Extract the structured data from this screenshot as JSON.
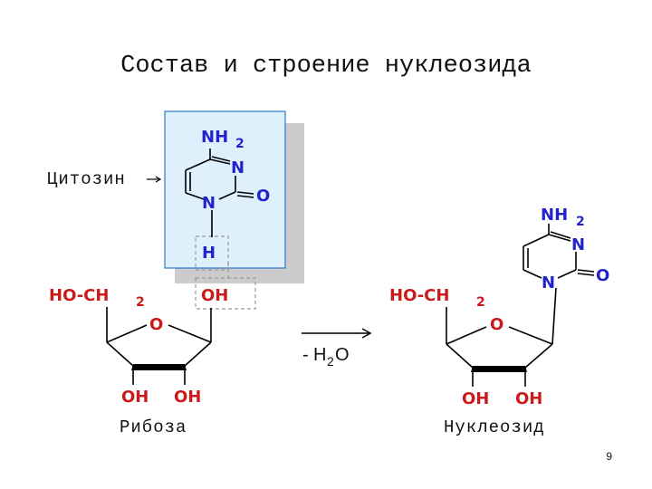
{
  "title": "Состав и строение нуклеозида",
  "labels": {
    "cytosine": "Цитозин",
    "ribose": "Рибоза",
    "nucleoside": "Нуклеозид",
    "reaction_minus": "-",
    "reaction_h": "H",
    "reaction_sub": "2",
    "reaction_o": "O"
  },
  "cytosine": {
    "nh": "NH",
    "nh_sub": "2",
    "n_top": "N",
    "n_bottom": "N",
    "o": "O",
    "h": "H"
  },
  "ribose": {
    "ho_ch": "HO-CH",
    "ch_sub": "2",
    "ring_o": "O",
    "oh_right": "OH",
    "oh_left": "OH",
    "oh_mid": "OH"
  },
  "product": {
    "nh": "NH",
    "nh_sub": "2",
    "n_top": "N",
    "n_bottom": "N",
    "o": "O",
    "ho_ch": "HO-CH",
    "ch_sub": "2",
    "ring_o": "O",
    "oh_left": "OH",
    "oh_right": "OH"
  },
  "page_number": "9",
  "colors": {
    "base_text": "#2323cc",
    "sugar_text": "#cc1a1a",
    "highlight_fill": "#ddf0fc",
    "highlight_border": "#2e77c8",
    "shadow": "#cccccc",
    "dashed": "#999999"
  }
}
